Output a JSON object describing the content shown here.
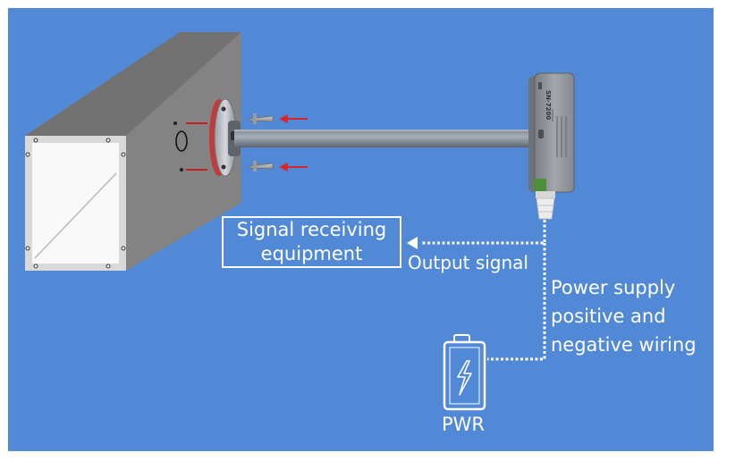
{
  "signal_box": {
    "line1": "Signal receiving",
    "line2": "equipment"
  },
  "output_signal": "Output signal",
  "power_supply": {
    "line1": "Power supply",
    "line2": "positive and",
    "line3": "negative wiring"
  },
  "battery_label": "PWR",
  "sensor_text": "SN-7200",
  "colors": {
    "background": "#5189d6",
    "duct_dark": "#6a6a6a",
    "duct_mid": "#808080",
    "arrow": "#d9262b",
    "line": "#ffffff"
  },
  "icons": [
    "screw-icon",
    "lightning-icon",
    "battery-icon"
  ]
}
